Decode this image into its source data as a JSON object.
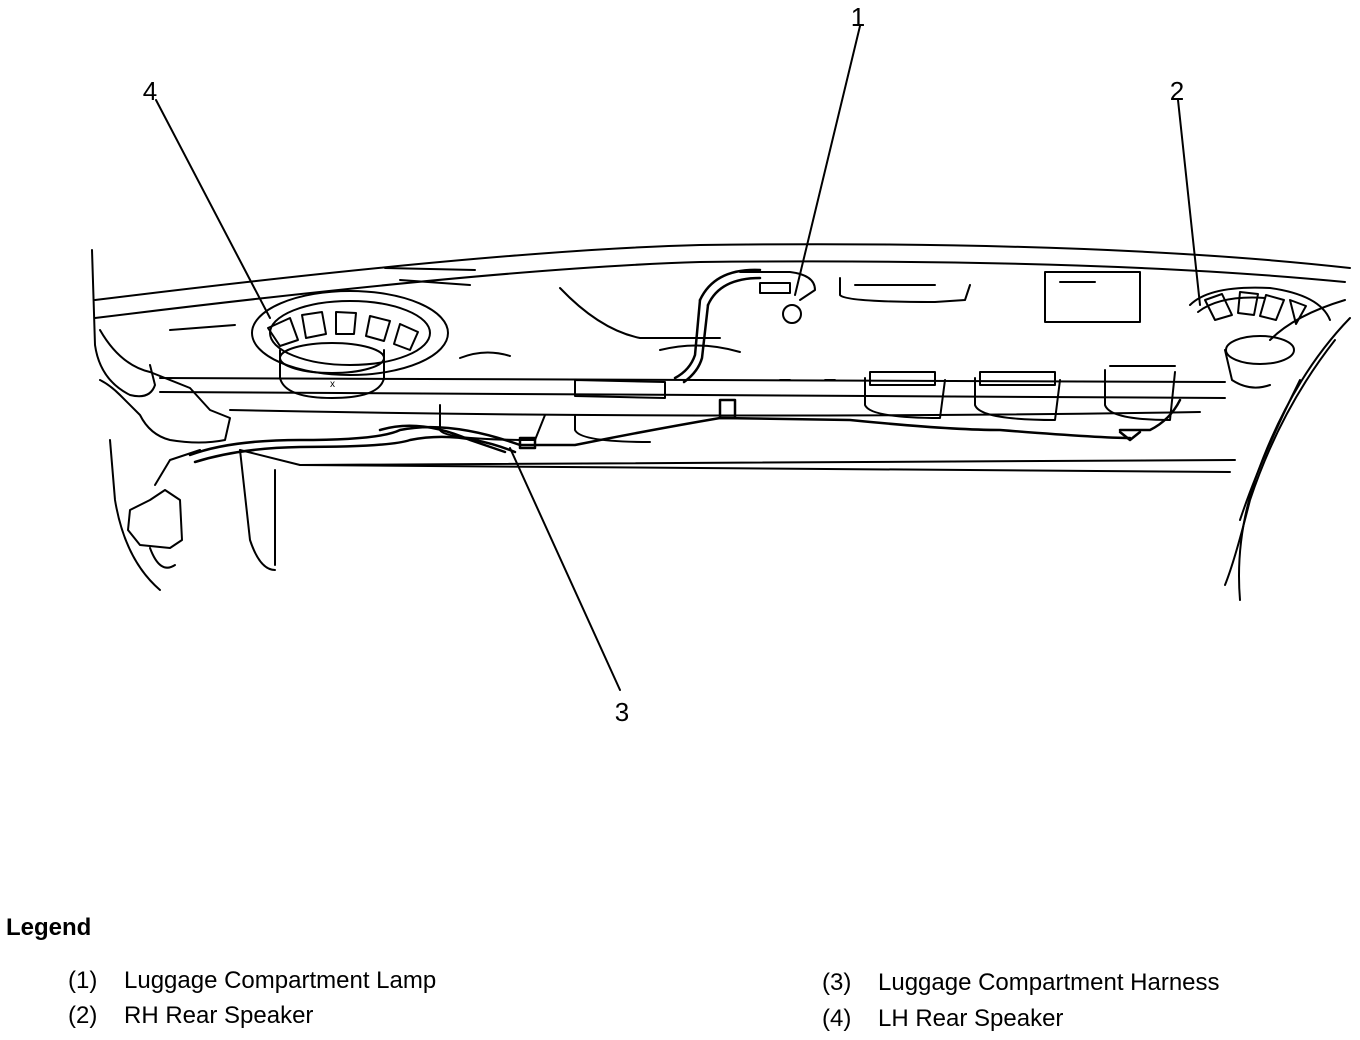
{
  "callouts": {
    "c1": "1",
    "c2": "2",
    "c3": "3",
    "c4": "4"
  },
  "legend": {
    "title": "Legend",
    "items": [
      {
        "num": "(1)",
        "label": "Luggage Compartment Lamp"
      },
      {
        "num": "(2)",
        "label": "RH Rear Speaker"
      },
      {
        "num": "(3)",
        "label": "Luggage Compartment Harness"
      },
      {
        "num": "(4)",
        "label": "LH Rear Speaker"
      }
    ]
  },
  "colors": {
    "line": "#000000",
    "background": "#ffffff"
  }
}
